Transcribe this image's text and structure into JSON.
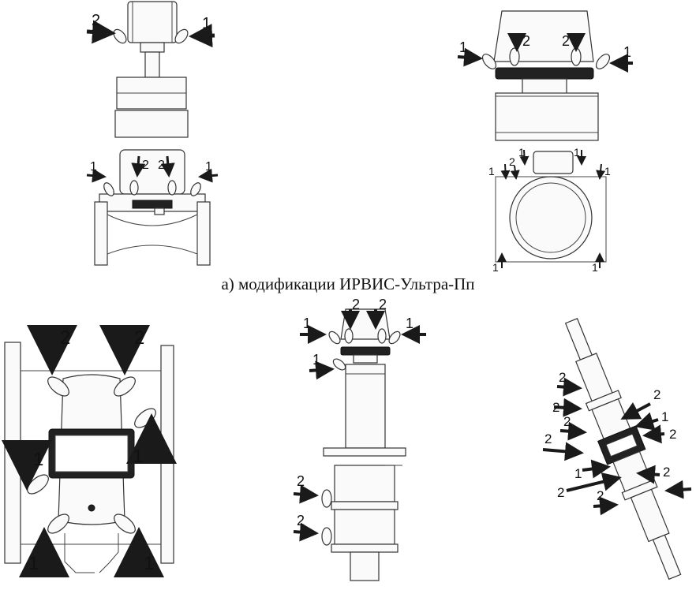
{
  "caption": "а) модификации ИРВИС-Ультра-Пп",
  "labels": {
    "l1": "1",
    "l2": "2"
  },
  "colors": {
    "ink": "#111111",
    "arrow": "#1a1a1a",
    "background": "#ffffff"
  }
}
